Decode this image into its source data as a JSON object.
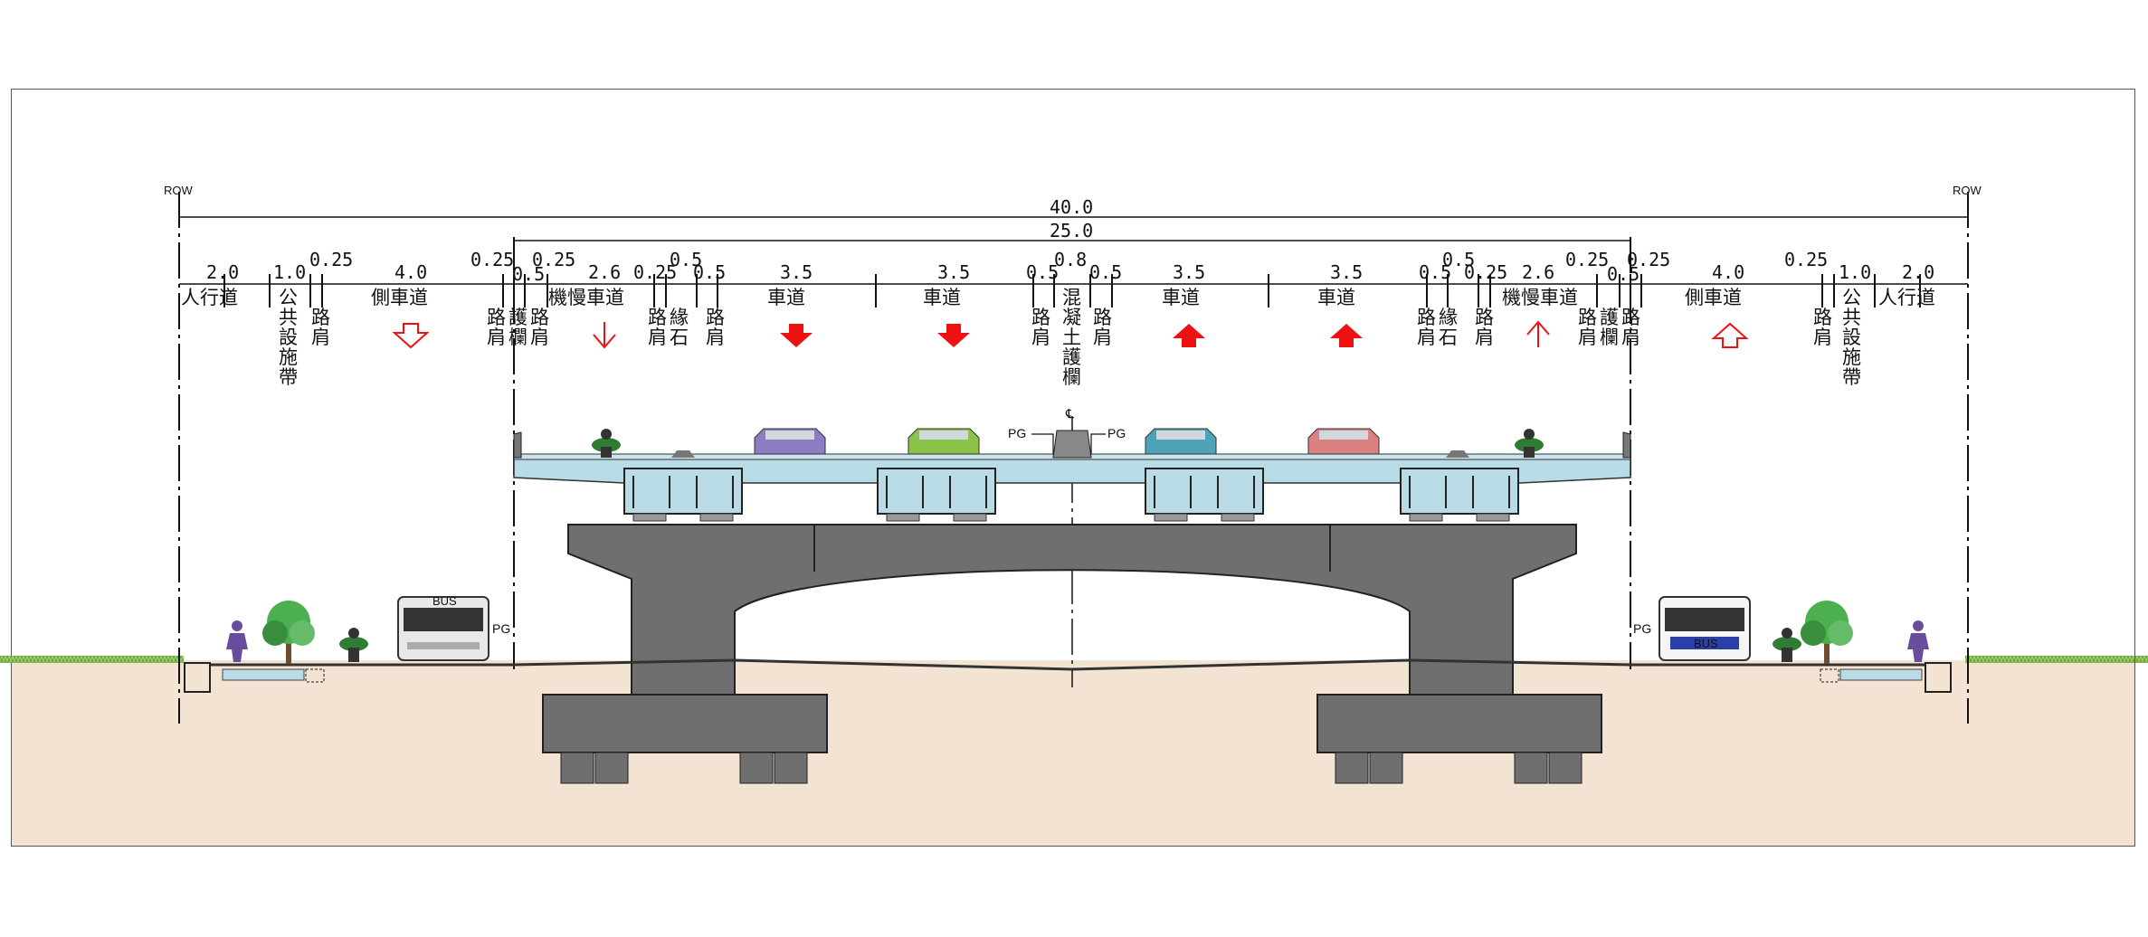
{
  "markers": {
    "row_left": "ROW",
    "row_right": "ROW",
    "centerline": "℄",
    "pg": "PG"
  },
  "overall": {
    "total_width": "40.0",
    "bridge_width": "25.0"
  },
  "dims": {
    "d_sidewalk_l": "2.0",
    "d_utility_l": "1.0",
    "d_shoulder_l": "0.25",
    "d_frontage_l": "4.0",
    "d_025a_l": "0.25",
    "d_05a_l": "0.5",
    "d_025b_l": "0.25",
    "d_mixed_l": "2.6",
    "d_025c_l": "0.25",
    "d_05top_l": "0.5",
    "d_05c_l": "0.5",
    "d_lane1": "3.5",
    "d_lane2": "3.5",
    "d_05m_l": "0.5",
    "d_median": "0.8",
    "d_05m_r": "0.5",
    "d_lane3": "3.5",
    "d_lane4": "3.5",
    "d_05top_r": "0.5",
    "d_05c_r": "0.5",
    "d_025c_r": "0.25",
    "d_mixed_r": "2.6",
    "d_025b_r": "0.25",
    "d_05a_r": "0.5",
    "d_025a_r": "0.25",
    "d_frontage_r": "4.0",
    "d_shoulder_r": "0.25",
    "d_utility_r": "1.0",
    "d_sidewalk_r": "2.0"
  },
  "labels": {
    "sidewalk": "人行道",
    "utility": [
      "公",
      "共",
      "設",
      "施",
      "帶"
    ],
    "shoulder_v": [
      "路",
      "肩"
    ],
    "frontage": "側車道",
    "shoulder_rail_l": [
      "路",
      "護",
      "路"
    ],
    "shoulder_rail_l2": [
      "肩",
      "欄",
      "肩"
    ],
    "mixed": "機慢車道",
    "curb_l": [
      "路",
      "緣",
      "路"
    ],
    "curb_l2": [
      "肩",
      "石",
      "肩"
    ],
    "lane": "車道",
    "median": [
      "混",
      "凝",
      "土",
      "護",
      "欄"
    ]
  },
  "colors": {
    "arrow_red": "#ee1111",
    "deck_blue": "#b9dbe6",
    "pier_gray": "#6f6f6f",
    "ground": "#f3e3d3",
    "grass": "#8bc34a"
  },
  "vehicles": {
    "bus_left": "BUS",
    "bus_right": "BUS"
  }
}
